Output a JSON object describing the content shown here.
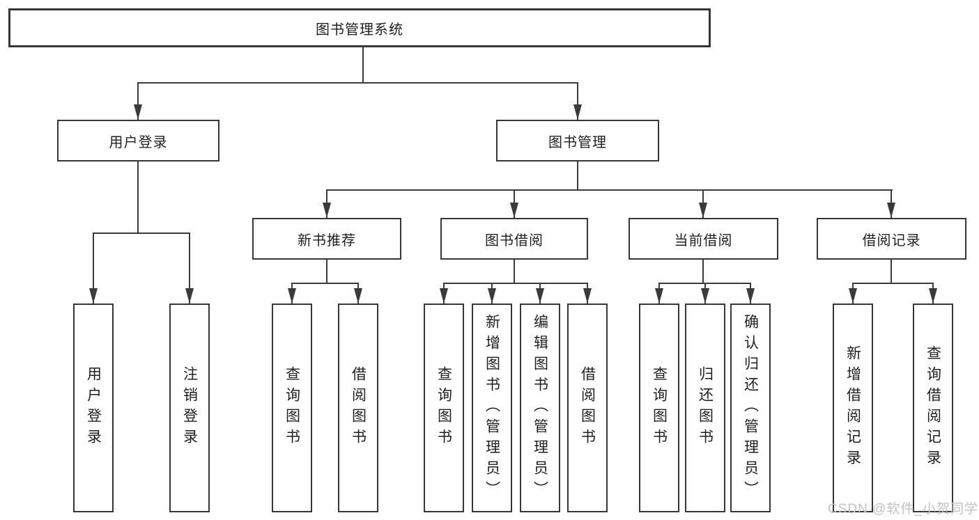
{
  "colors": {
    "background": "#ffffff",
    "box_border": "#363636",
    "connector_line": "#3a3a3a",
    "text": "#1f1f1f",
    "watermark": "#c2c2c2"
  },
  "watermark": "CSDN @软件_小贺同学",
  "diagram": {
    "type": "hierarchy-tree",
    "root": {
      "label": "图书管理系统"
    },
    "level2": [
      {
        "id": "user-login",
        "label": "用户登录",
        "parent": "图书管理系统"
      },
      {
        "id": "book-management",
        "label": "图书管理",
        "parent": "图书管理系统"
      }
    ],
    "level3": [
      {
        "id": "new-book-recommend",
        "label": "新书推荐",
        "parent": "图书管理"
      },
      {
        "id": "book-borrow",
        "label": "图书借阅",
        "parent": "图书管理"
      },
      {
        "id": "current-borrow",
        "label": "当前借阅",
        "parent": "图书管理"
      },
      {
        "id": "borrow-records",
        "label": "借阅记录",
        "parent": "图书管理"
      }
    ],
    "leaves": [
      {
        "label": "用户登录",
        "parent": "用户登录"
      },
      {
        "label": "注销登录",
        "parent": "用户登录"
      },
      {
        "label": "查询图书",
        "parent": "新书推荐"
      },
      {
        "label": "借阅图书",
        "parent": "新书推荐"
      },
      {
        "label": "查询图书",
        "parent": "图书借阅"
      },
      {
        "label": "新增图书（管理员）",
        "parent": "图书借阅"
      },
      {
        "label": "编辑图书（管理员）",
        "parent": "图书借阅"
      },
      {
        "label": "借阅图书",
        "parent": "图书借阅"
      },
      {
        "label": "查询图书",
        "parent": "当前借阅"
      },
      {
        "label": "归还图书",
        "parent": "当前借阅"
      },
      {
        "label": "确认归还（管理员）",
        "parent": "当前借阅"
      },
      {
        "label": "新增借阅记录",
        "parent": "借阅记录"
      },
      {
        "label": "查询借阅记录",
        "parent": "借阅记录"
      }
    ]
  }
}
